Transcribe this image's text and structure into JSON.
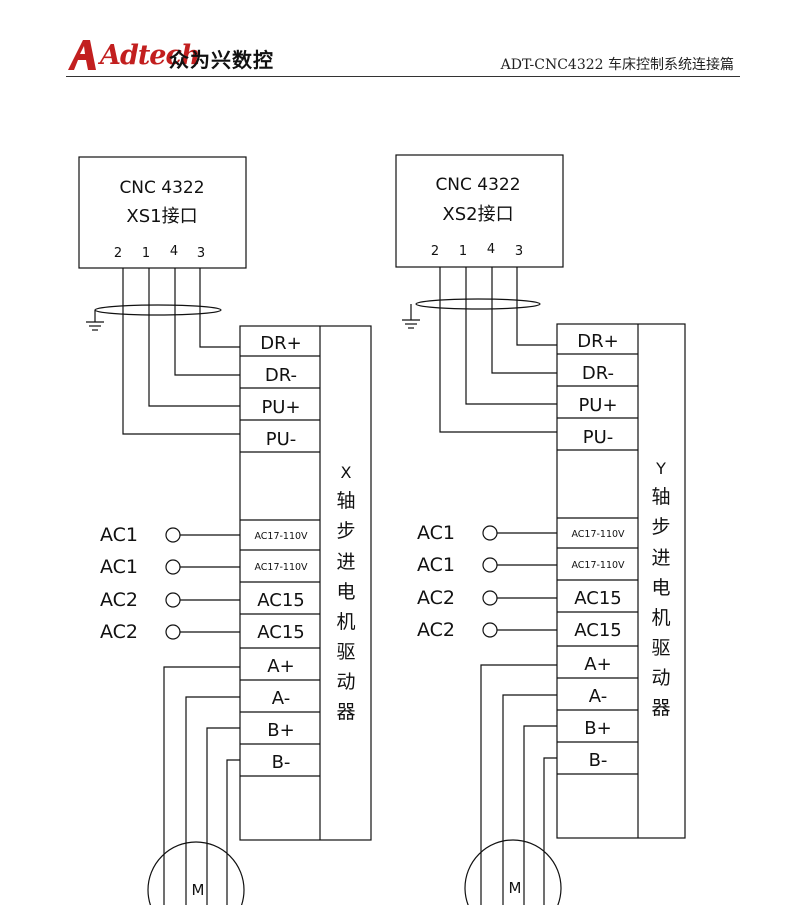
{
  "header": {
    "logo_brand": "Adtech",
    "logo_cn": "众为兴数控",
    "doc_title": "ADT-CNC4322 车床控制系统连接篇",
    "brand_color": "#c21f1f"
  },
  "left": {
    "connector": {
      "line1": "CNC 4322",
      "line2": "XS1接口",
      "pins": [
        "2",
        "1",
        "4",
        "3"
      ]
    },
    "driver_terminals": [
      "DR+",
      "DR-",
      "PU+",
      "PU-",
      "AC17-110V",
      "AC17-110V",
      "AC15",
      "AC15",
      "A+",
      "A-",
      "B+",
      "B-"
    ],
    "driver_label": [
      "X",
      "轴",
      "步",
      "进",
      "电",
      "机",
      "驱",
      "动",
      "器"
    ],
    "ac_labels": [
      "AC1",
      "AC1",
      "AC2",
      "AC2"
    ],
    "motor": "M"
  },
  "right": {
    "connector": {
      "line1": "CNC 4322",
      "line2": "XS2接口",
      "pins": [
        "2",
        "1",
        "4",
        "3"
      ]
    },
    "driver_terminals": [
      "DR+",
      "DR-",
      "PU+",
      "PU-",
      "AC17-110V",
      "AC17-110V",
      "AC15",
      "AC15",
      "A+",
      "A-",
      "B+",
      "B-"
    ],
    "driver_label": [
      "Y",
      "轴",
      "步",
      "进",
      "电",
      "机",
      "驱",
      "动",
      "器"
    ],
    "ac_labels": [
      "AC1",
      "AC1",
      "AC2",
      "AC2"
    ],
    "motor": "M"
  }
}
